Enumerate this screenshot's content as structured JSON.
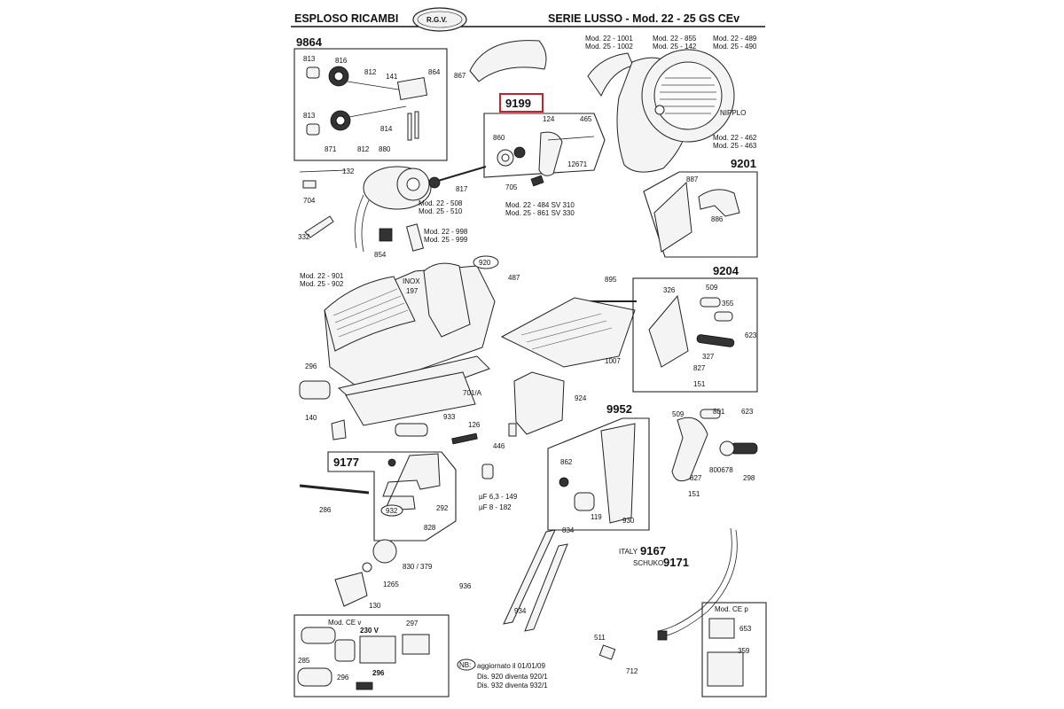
{
  "header": {
    "left_title": "ESPLOSO RICAMBI",
    "logo_text": "R.G.V.",
    "right_title": "SERIE LUSSO - Mod. 22 - 25 GS CEv"
  },
  "highlight_color": "#c8202a",
  "groups": {
    "g9864": "9864",
    "g9199": "9199",
    "g9201": "9201",
    "g9204": "9204",
    "g9952": "9952",
    "g9177": "9177",
    "g9167": "9167",
    "g9171": "9171"
  },
  "parts": {
    "p867": "867",
    "p813a": "813",
    "p816": "816",
    "p812a": "812",
    "p141": "141",
    "p864": "864",
    "p813b": "813",
    "p814": "814",
    "p871": "871",
    "p812b": "812",
    "p880": "880",
    "p860": "860",
    "p124": "124",
    "p465": "465",
    "p12671": "12671",
    "p705": "705",
    "sv1": "Mod. 22 - 484  SV 310",
    "sv2": "Mod. 25 - 861  SV 330",
    "m1001": "Mod. 22 - 1001",
    "m1002": "Mod. 25 - 1002",
    "m855": "Mod. 22 - 855",
    "m142": "Mod. 25 - 142",
    "m489": "Mod. 22 - 489",
    "m490": "Mod. 25 - 490",
    "nipplo": "NIPPLO",
    "m462": "Mod. 22 - 462",
    "m463": "Mod. 25 - 463",
    "p132": "132",
    "p704": "704",
    "p332": "332",
    "p817": "817",
    "m508": "Mod. 22 - 508",
    "m510": "Mod. 25 - 510",
    "m998": "Mod. 22 - 998",
    "m999": "Mod. 25 - 999",
    "p854": "854",
    "p887": "887",
    "p886": "886",
    "m901": "Mod. 22 - 901",
    "m902": "Mod. 25 - 902",
    "inox": "INOX",
    "p197": "197",
    "p920": "920",
    "p487": "487",
    "p895": "895",
    "p1007": "1007",
    "p326": "326",
    "p509a": "509",
    "p355": "355",
    "p623a": "623",
    "p327": "327",
    "p827a": "827",
    "p151a": "151",
    "p296a": "296",
    "p701a": "701/A",
    "p140": "140",
    "p933": "933",
    "p924": "924",
    "p126": "126",
    "p446": "446",
    "p509b": "509",
    "p801": "801",
    "p623b": "623",
    "p800678": "800678",
    "p298": "298",
    "p827b": "827",
    "p151b": "151",
    "p862": "862",
    "p119": "119",
    "p930": "930",
    "p286": "286",
    "p932": "932",
    "p292": "292",
    "p828": "828",
    "uf1": "µF 6,3 - 149",
    "uf2": "µF   8 - 182",
    "p834": "834",
    "p830": "830 / 379",
    "p1265": "1265",
    "p130": "130",
    "p936": "936",
    "p934": "934",
    "italy": "ITALY",
    "schuko": "SCHUKO",
    "p511": "511",
    "p712": "712",
    "modcev": "Mod. CE v",
    "p297": "297",
    "v230": "230 V",
    "p285": "285",
    "p296b": "296",
    "p296c": "296",
    "nb": "NB:",
    "note1": "aggiornato il 01/01/09",
    "note2": "Dis. 920 diventa 920/1",
    "note3": "Dis. 932 diventa 932/1",
    "modcep": "Mod. CE p",
    "p653": "653",
    "p359": "359"
  }
}
